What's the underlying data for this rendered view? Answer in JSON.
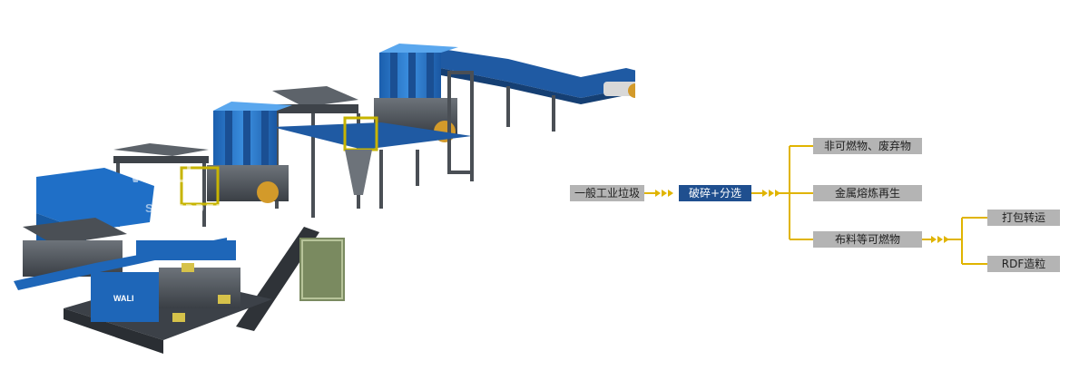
{
  "flow": {
    "source": "一般工业垃圾",
    "process": "破碎+分选",
    "outputs": [
      "非可燃物、废弃物",
      "金属熔炼再生",
      "布料等可燃物"
    ],
    "sub_outputs": [
      "打包转运",
      "RDF造粒"
    ]
  },
  "illustration": {
    "watermark_brand": "WALI",
    "watermark_sub": "SHREDDER",
    "machine_badge": "WALI"
  },
  "colors": {
    "node_gray": "#b4b4b4",
    "node_blue": "#1f4f8f",
    "connector": "#e0b400",
    "machine_blue": "#1e66b8",
    "machine_dark": "#3c4148"
  }
}
